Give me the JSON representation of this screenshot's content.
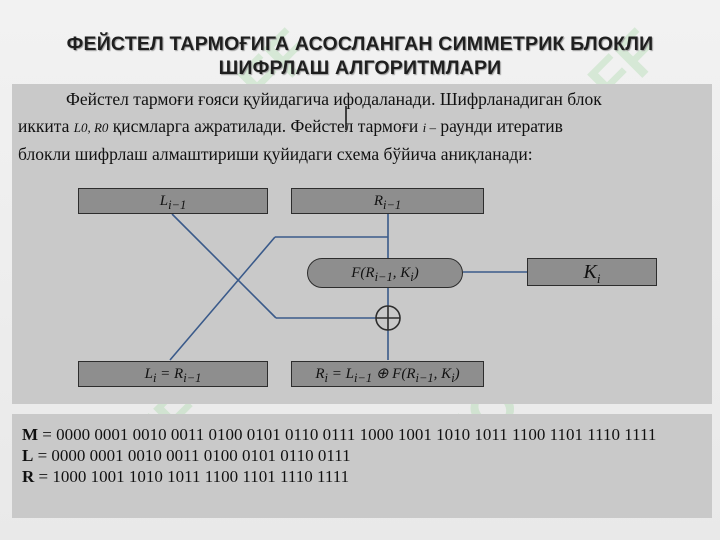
{
  "title_line1": "ФЕЙСТЕЛ ТАРМОҒИГА АСОСЛАНГАН СИММЕТРИК БЛОКЛИ",
  "title_line2": "ШИФРЛАШ АЛГОРИТМЛАРИ",
  "intro": {
    "p1": "Фейстел тармоғи ғояси қуйидагича ифодаланади. Шифрланадиган блок",
    "p2a": "иккита ",
    "p2math": "L0, R0",
    "p2b": " қисмларга ажратилади. Фейстел тармоғи ",
    "p2i": "i –",
    "p2c": " раунди итератив",
    "p3": "блокли шифрлаш алмаштириши қуйидаги схема бўйича аниқланади:"
  },
  "diagram": {
    "l_in": "L",
    "l_in_sub": "i−1",
    "r_in": "R",
    "r_in_sub": "i−1",
    "f_label": "F(R",
    "f_sub": "i−1",
    "f_mid": ", K",
    "f_sub2": "i",
    "f_end": ")",
    "k_label": "K",
    "k_sub": "i",
    "l_out": "L",
    "l_out_sub": "i",
    "l_out_eq": " = R",
    "l_out_sub2": "i−1",
    "r_out": "R",
    "r_out_sub": "i",
    "r_out_eq": " = L",
    "r_out_sub2": "i−1",
    "r_out_f": " ⊕ F(R",
    "r_out_sub3": "i−1",
    "r_out_mid": ", K",
    "r_out_sub4": "i",
    "r_out_end": ")"
  },
  "bottom": {
    "m_key": "M",
    "m_val": " = 0000 0001 0010 0011 0100 0101 0110 0111 1000 1001 1010 1011 1100 1101 1110 1111",
    "l_key": "L",
    "l_val": " = 0000 0001 0010 0011 0100 0101 0110 0111",
    "r_key": "R",
    "r_val": " = 1000 1001 1010 1011 1100 1101 1110 1111"
  },
  "colors": {
    "line": "#3a5a8a",
    "box": "#8e8e8e",
    "panel": "#c9c9c9"
  }
}
